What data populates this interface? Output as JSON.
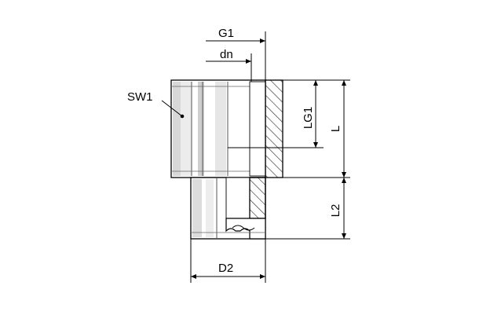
{
  "labels": {
    "g1": "G1",
    "dn": "dn",
    "sw1": "SW1",
    "lg1": "LG1",
    "l": "L",
    "l2": "L2",
    "d2": "D2"
  }
}
